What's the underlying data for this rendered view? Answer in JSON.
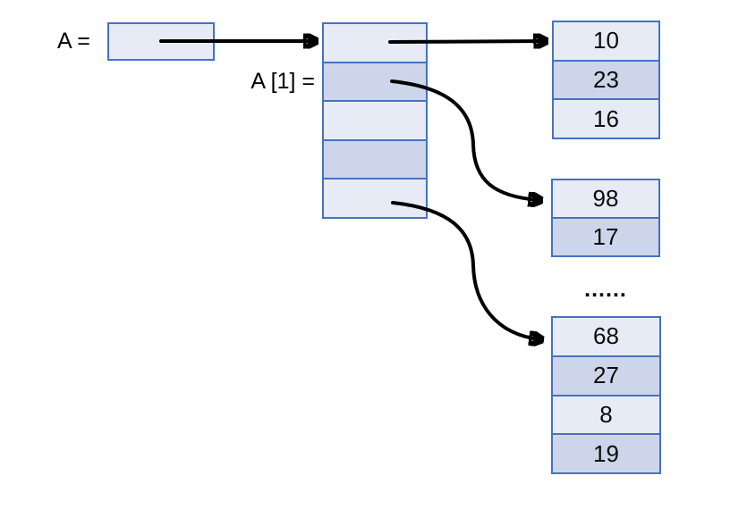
{
  "diagram": {
    "title_semantic": "array-of-pointers-to-arrays",
    "labels": {
      "a": "A =",
      "a1": "A [1] ="
    },
    "pointer_box": {
      "cells": [
        ""
      ]
    },
    "pointer_array": {
      "cells": [
        "",
        "",
        "",
        "",
        ""
      ]
    },
    "value_arrays": {
      "first": [
        "10",
        "23",
        "16"
      ],
      "second": [
        "98",
        "17"
      ],
      "third": [
        "68",
        "27",
        "8",
        "19"
      ]
    },
    "ellipsis": "......",
    "arrows": [
      "arrow-a-to-pointer-array",
      "arrow-pointer0-to-first-array",
      "arrow-pointer1-to-second-array",
      "arrow-pointer4-to-third-array"
    ],
    "colors": {
      "border": "#4472c4",
      "cell_light": "#e7ebf5",
      "cell_dark": "#cdd5ea",
      "arrow": "#000000",
      "text": "#000000",
      "background": "#ffffff"
    }
  }
}
